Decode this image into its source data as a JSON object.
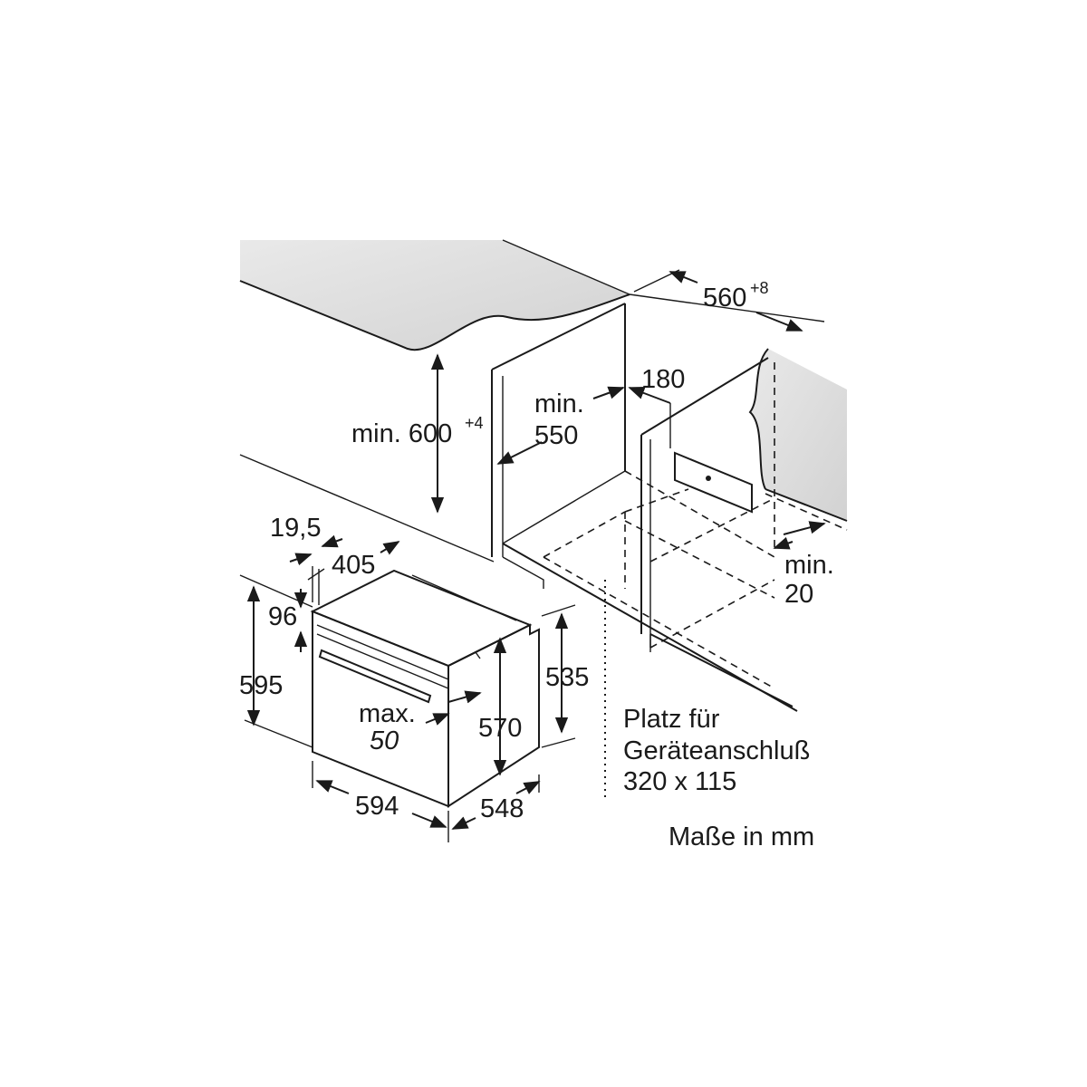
{
  "dimensions": {
    "d_19_5": "19,5",
    "d_405": "405",
    "d_96": "96",
    "d_595": "595",
    "d_max": "max.",
    "d_50": "50",
    "d_570": "570",
    "d_535": "535",
    "d_594": "594",
    "d_548": "548",
    "d_min600": "min. 600",
    "d_min600_sup": "+4",
    "d_min": "min.",
    "d_550": "550",
    "d_180": "180",
    "d_560": "560",
    "d_560_sup": "+8",
    "d_min20_a": "min.",
    "d_min20_b": "20"
  },
  "notes": {
    "connection_line1": "Platz für",
    "connection_line2": "Geräteanschluß",
    "connection_line3": "320 x 115",
    "units": "Maße in mm"
  }
}
